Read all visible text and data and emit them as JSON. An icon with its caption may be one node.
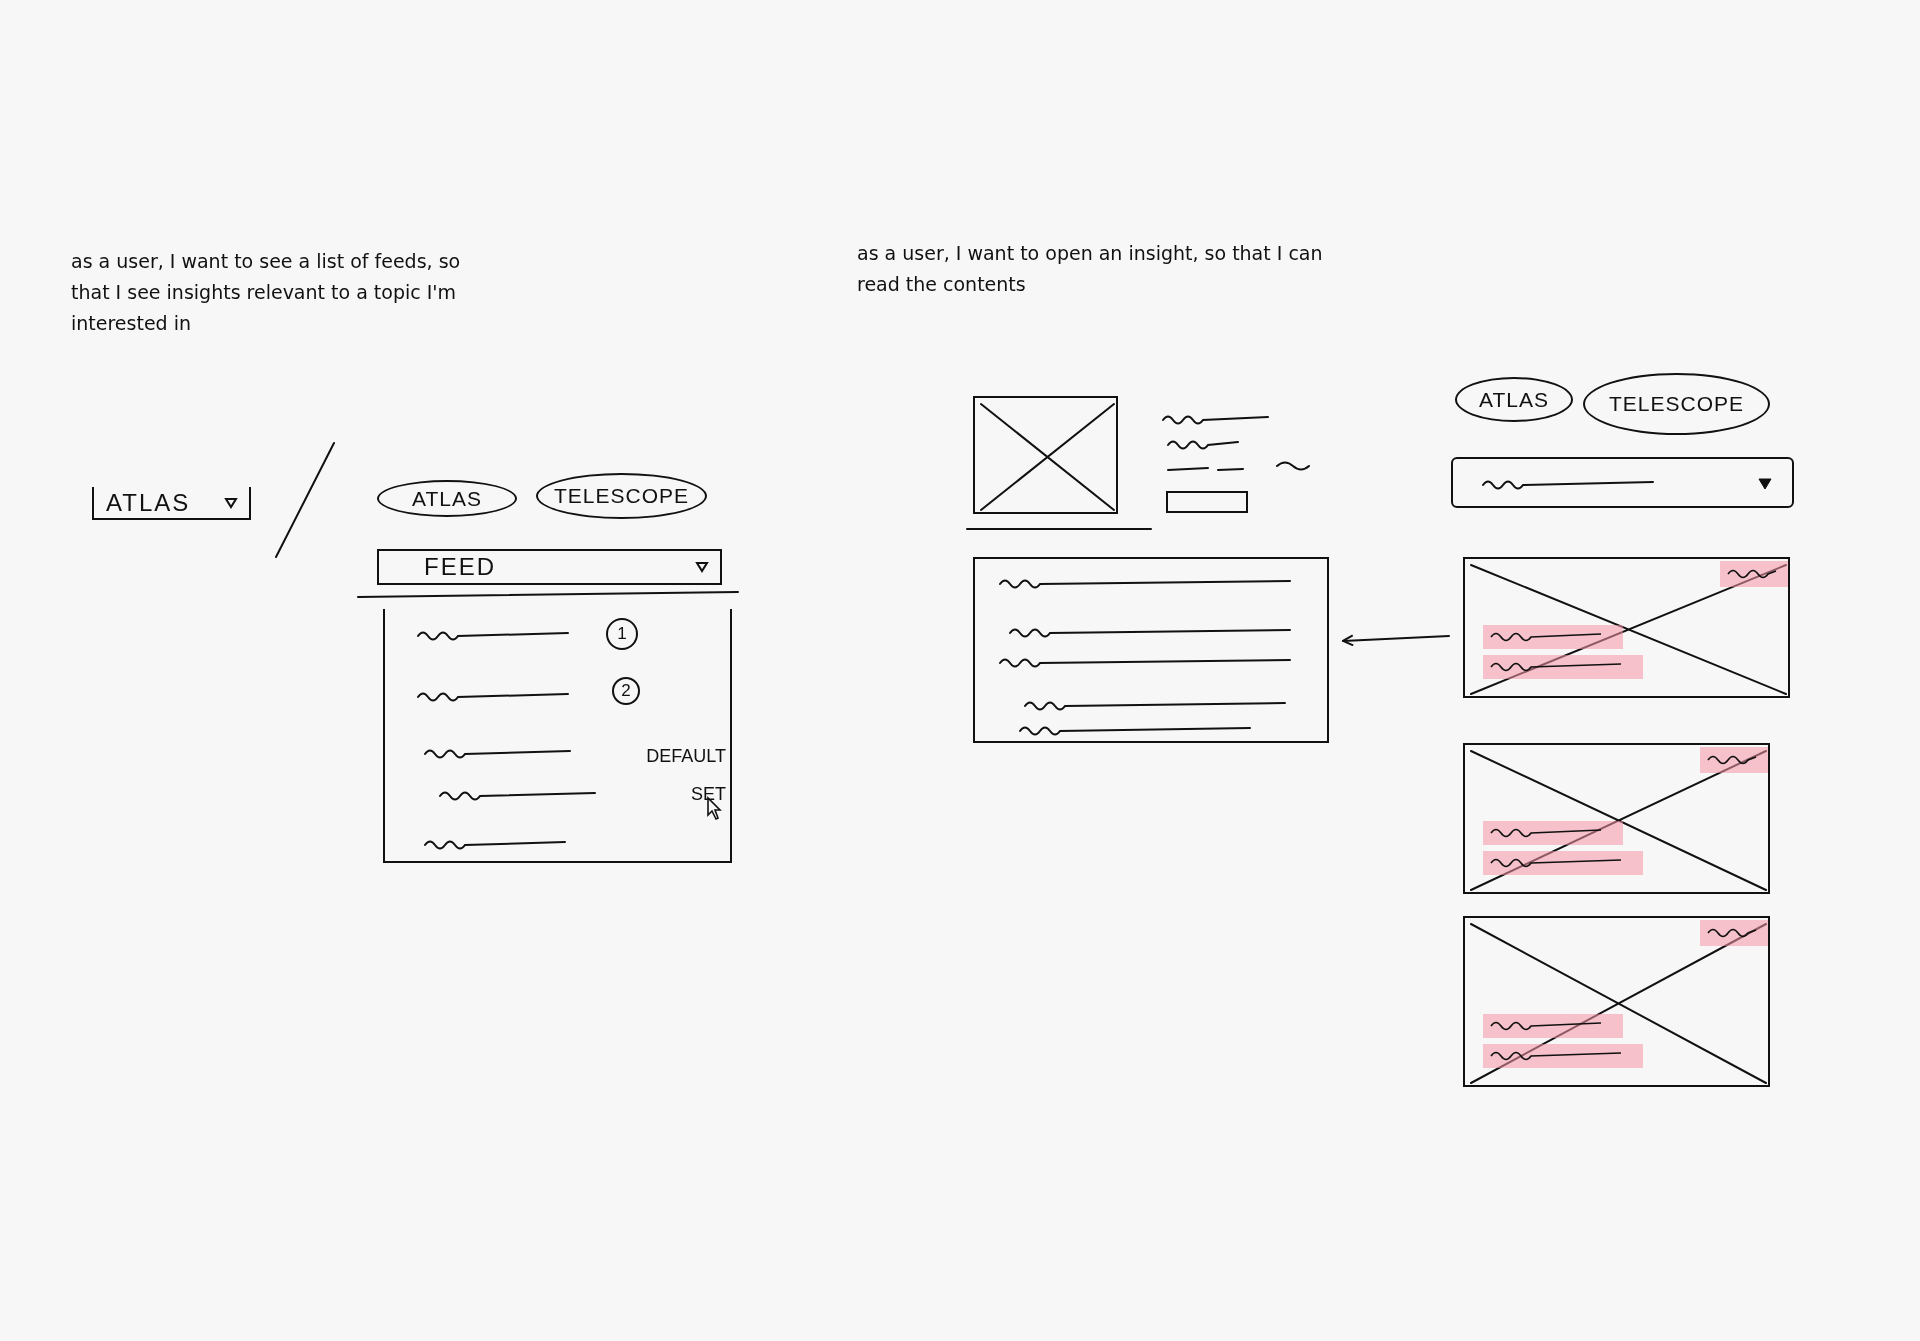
{
  "diagram": {
    "nodes": [
      {
        "text": [
          "ATLAS"
        ]
      },
      {
        "text": [
          "ATLAS"
        ]
      },
      {
        "text": [
          "TELESCOPE"
        ]
      },
      {
        "text": [
          "FEED"
        ]
      },
      {
        "text": [
          "DEFAULT SET"
        ]
      },
      {
        "text": [
          "1"
        ],
        "in": 4
      },
      {
        "text": [
          "2"
        ],
        "in": 4
      },
      {
        "text": [],
        "shape": "picture"
      },
      {
        "text": [],
        "shape": "box"
      },
      {
        "text": [
          "ATLAS"
        ]
      },
      {
        "text": [
          "TELESCOPE"
        ]
      },
      {
        "text": [],
        "shape": "box"
      },
      {
        "text": [],
        "shape": "picture"
      },
      {
        "text": [],
        "shape": "picture"
      },
      {
        "text": [],
        "shape": "picture"
      }
    ],
    "edges": [
      {
        "from": 12,
        "to": 8,
        "arrow": "to"
      }
    ],
    "labels": [
      "as a user, I want to see a list of feeds, so that I see insights relevant to a topic I'm interested in",
      "as a user, I want to open an insight, so that I can read the contents"
    ]
  }
}
